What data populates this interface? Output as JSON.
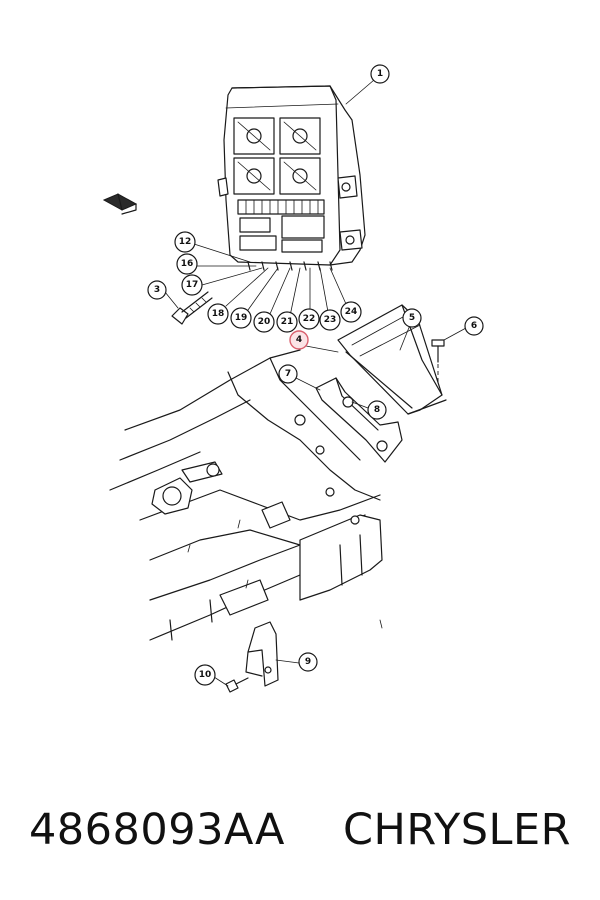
{
  "caption": {
    "part_number": "4868093AA",
    "brand": "CHRYSLER"
  },
  "callouts": [
    {
      "id": "c1",
      "label": "1",
      "highlighted": false
    },
    {
      "id": "c3",
      "label": "3",
      "highlighted": false
    },
    {
      "id": "c4",
      "label": "4",
      "highlighted": true
    },
    {
      "id": "c5",
      "label": "5",
      "highlighted": false
    },
    {
      "id": "c6",
      "label": "6",
      "highlighted": false
    },
    {
      "id": "c7",
      "label": "7",
      "highlighted": false
    },
    {
      "id": "c8",
      "label": "8",
      "highlighted": false
    },
    {
      "id": "c9",
      "label": "9",
      "highlighted": false
    },
    {
      "id": "c10",
      "label": "10",
      "highlighted": false
    },
    {
      "id": "c12",
      "label": "12",
      "highlighted": false
    },
    {
      "id": "c16",
      "label": "16",
      "highlighted": false
    },
    {
      "id": "c17",
      "label": "17",
      "highlighted": false
    },
    {
      "id": "c18",
      "label": "18",
      "highlighted": false
    },
    {
      "id": "c19",
      "label": "19",
      "highlighted": false
    },
    {
      "id": "c20",
      "label": "20",
      "highlighted": false
    },
    {
      "id": "c21",
      "label": "21",
      "highlighted": false
    },
    {
      "id": "c22",
      "label": "22",
      "highlighted": false
    },
    {
      "id": "c23",
      "label": "23",
      "highlighted": false
    },
    {
      "id": "c24",
      "label": "24",
      "highlighted": false
    }
  ],
  "colors": {
    "line": "#1a1a1a",
    "highlight_stroke": "#d9606e",
    "highlight_fill": "#fbe3e6"
  }
}
